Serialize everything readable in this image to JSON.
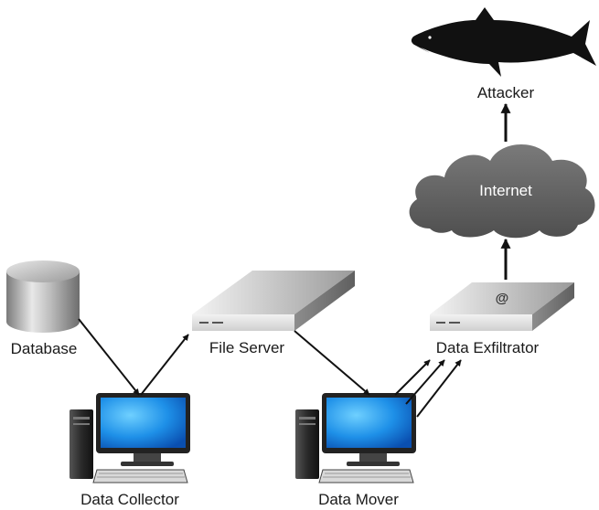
{
  "nodes": {
    "attacker": "Attacker",
    "internet": "Internet",
    "database": "Database",
    "file_server": "File Server",
    "data_exfiltrator": "Data Exfiltrator",
    "data_collector": "Data Collector",
    "data_mover": "Data Mover"
  },
  "icons": {
    "attacker": "shark-icon",
    "internet": "cloud-icon",
    "database": "database-cylinder-icon",
    "file_server": "server-appliance-icon",
    "data_exfiltrator": "server-appliance-email-icon",
    "data_collector": "desktop-computer-icon",
    "data_mover": "desktop-computer-icon"
  },
  "colors": {
    "screen": "#1e90e8",
    "cloud": "#6b6b6b",
    "shark": "#111111",
    "arrow": "#111111"
  }
}
